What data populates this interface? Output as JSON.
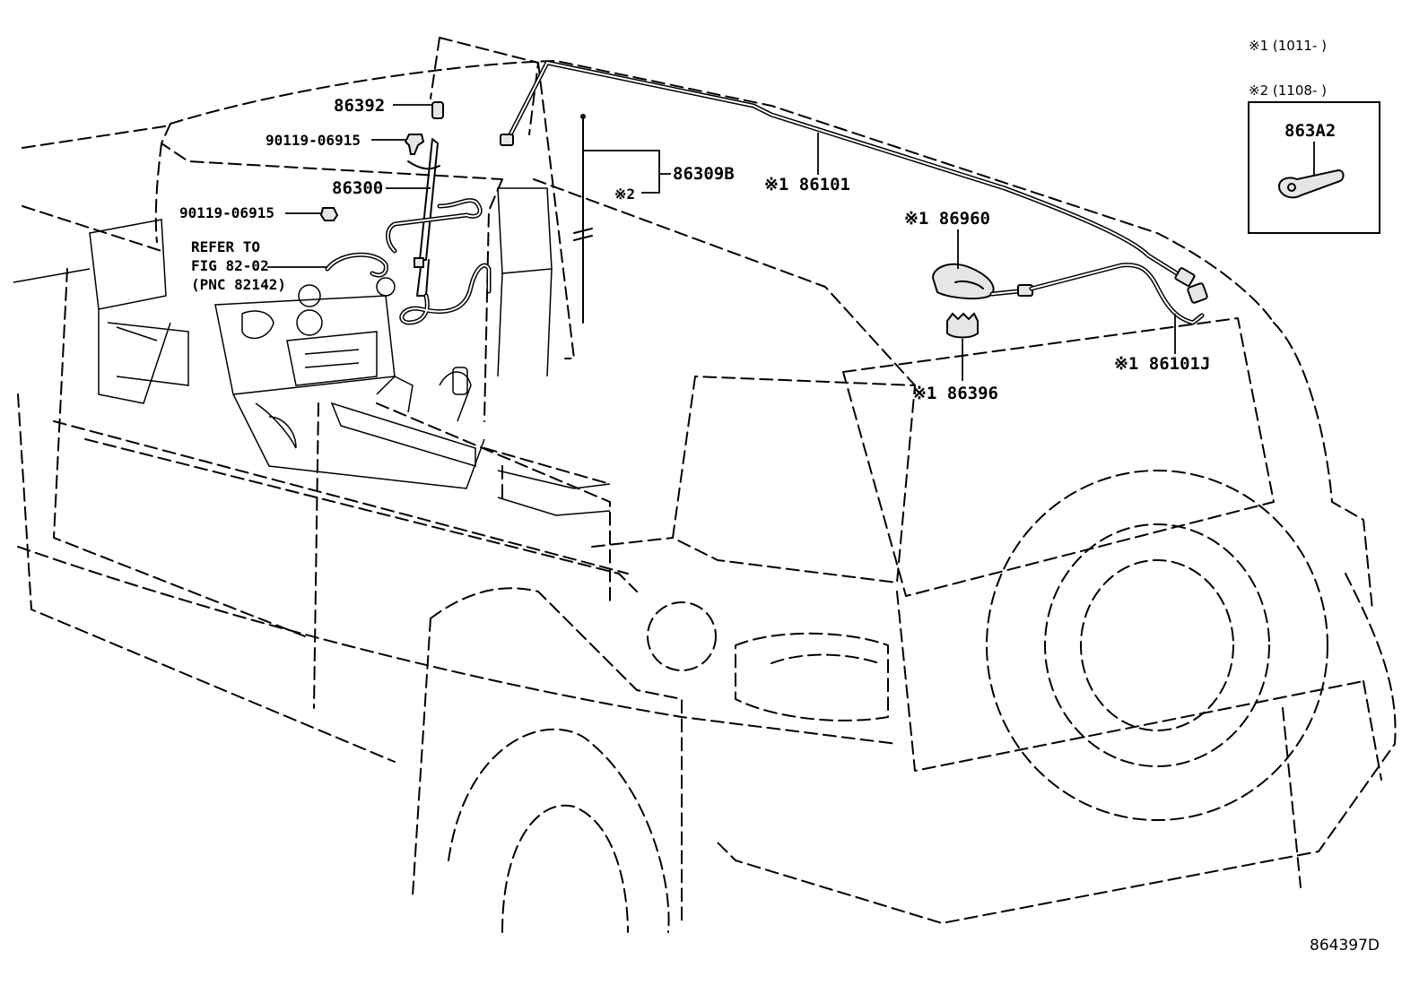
{
  "legend": {
    "note1": "※1 (1011-      )",
    "note2": "※2 (1108-      )"
  },
  "inset": {
    "part": "863A2"
  },
  "labels": {
    "p86392": "86392",
    "p90119_upper": "90119-06915",
    "p86300": "86300",
    "p90119_lower": "90119-06915",
    "refer_line1": "REFER TO",
    "refer_line2": "FIG 82-02",
    "refer_line3": "(PNC 82142)",
    "p86309B": "86309B",
    "p86309B_note": "※2",
    "p86101": "※1 86101",
    "p86960": "※1 86960",
    "p86396": "※1 86396",
    "p86101J": "※1 86101J"
  },
  "diagram_id": "864397D"
}
